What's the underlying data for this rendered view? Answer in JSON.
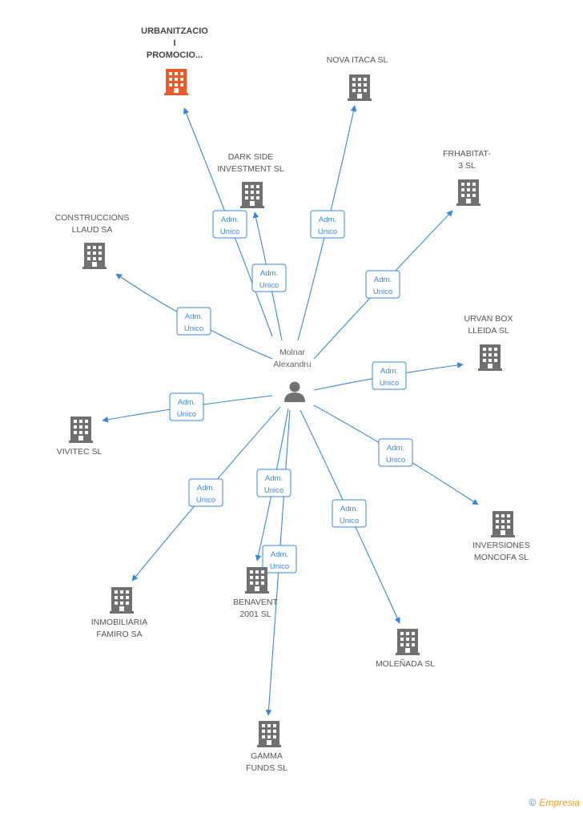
{
  "center": {
    "label_lines": [
      "Molnar",
      "Alexandru"
    ],
    "icon": "person-icon"
  },
  "companies": [
    {
      "id": "urbanitzacio",
      "label_lines": [
        "URBANITZACIO",
        "I",
        "PROMOCIO..."
      ],
      "highlight": true,
      "color": "#f05a28"
    },
    {
      "id": "nova-itaca",
      "label_lines": [
        "NOVA ITACA SL"
      ],
      "highlight": false,
      "color": "#707070"
    },
    {
      "id": "dark-side",
      "label_lines": [
        "DARK SIDE",
        "INVESTMENT SL"
      ],
      "highlight": false,
      "color": "#707070"
    },
    {
      "id": "frhabitat",
      "label_lines": [
        "FRHABITAT-",
        "3 SL"
      ],
      "highlight": false,
      "color": "#707070"
    },
    {
      "id": "construccions",
      "label_lines": [
        "CONSTRUCCIONS",
        "LLAUD SA"
      ],
      "highlight": false,
      "color": "#707070"
    },
    {
      "id": "urvan-box",
      "label_lines": [
        "URVAN BOX",
        "LLEIDA SL"
      ],
      "highlight": false,
      "color": "#707070"
    },
    {
      "id": "vivitec",
      "label_lines": [
        "VIVITEC  SL"
      ],
      "highlight": false,
      "color": "#707070"
    },
    {
      "id": "inversiones",
      "label_lines": [
        "INVERSIONES",
        "MONCOFA SL"
      ],
      "highlight": false,
      "color": "#707070"
    },
    {
      "id": "benavent",
      "label_lines": [
        "BENAVENT",
        "2001 SL"
      ],
      "highlight": false,
      "color": "#707070"
    },
    {
      "id": "inmobiliaria",
      "label_lines": [
        "INMOBILIARIA",
        "FAMIRO SA"
      ],
      "highlight": false,
      "color": "#707070"
    },
    {
      "id": "molenada",
      "label_lines": [
        "MOLEÑADA SL"
      ],
      "highlight": false,
      "color": "#707070"
    },
    {
      "id": "gamma",
      "label_lines": [
        "GAMMA",
        "FUNDS SL"
      ],
      "highlight": false,
      "color": "#707070"
    }
  ],
  "edges": [
    {
      "to": "urbanitzacio",
      "label_lines": [
        "Adm.",
        "Unico"
      ]
    },
    {
      "to": "nova-itaca",
      "label_lines": [
        "Adm.",
        "Unico"
      ]
    },
    {
      "to": "dark-side",
      "label_lines": [
        "Adm.",
        "Unico"
      ]
    },
    {
      "to": "frhabitat",
      "label_lines": [
        "Adm.",
        "Unico"
      ]
    },
    {
      "to": "construccions",
      "label_lines": [
        "Adm.",
        "Unico"
      ]
    },
    {
      "to": "urvan-box",
      "label_lines": [
        "Adm.",
        "Unico"
      ]
    },
    {
      "to": "vivitec",
      "label_lines": [
        "Adm.",
        "Unico"
      ]
    },
    {
      "to": "inversiones",
      "label_lines": [
        "Adm.",
        "Unico"
      ]
    },
    {
      "to": "benavent",
      "label_lines": [
        "Adm.",
        "Unico"
      ]
    },
    {
      "to": "inmobiliaria",
      "label_lines": [
        "Adm.",
        "Unico"
      ]
    },
    {
      "to": "molenada",
      "label_lines": [
        "Adm.",
        "Unico"
      ]
    },
    {
      "to": "gamma",
      "label_lines": [
        "Adm.",
        "Unico"
      ]
    }
  ],
  "footer": {
    "copyright_symbol": "©",
    "brand": "Empresia"
  },
  "colors": {
    "edge": "#3a87d9",
    "building": "#707070",
    "building_highlight": "#f05a28",
    "person": "#707070"
  }
}
